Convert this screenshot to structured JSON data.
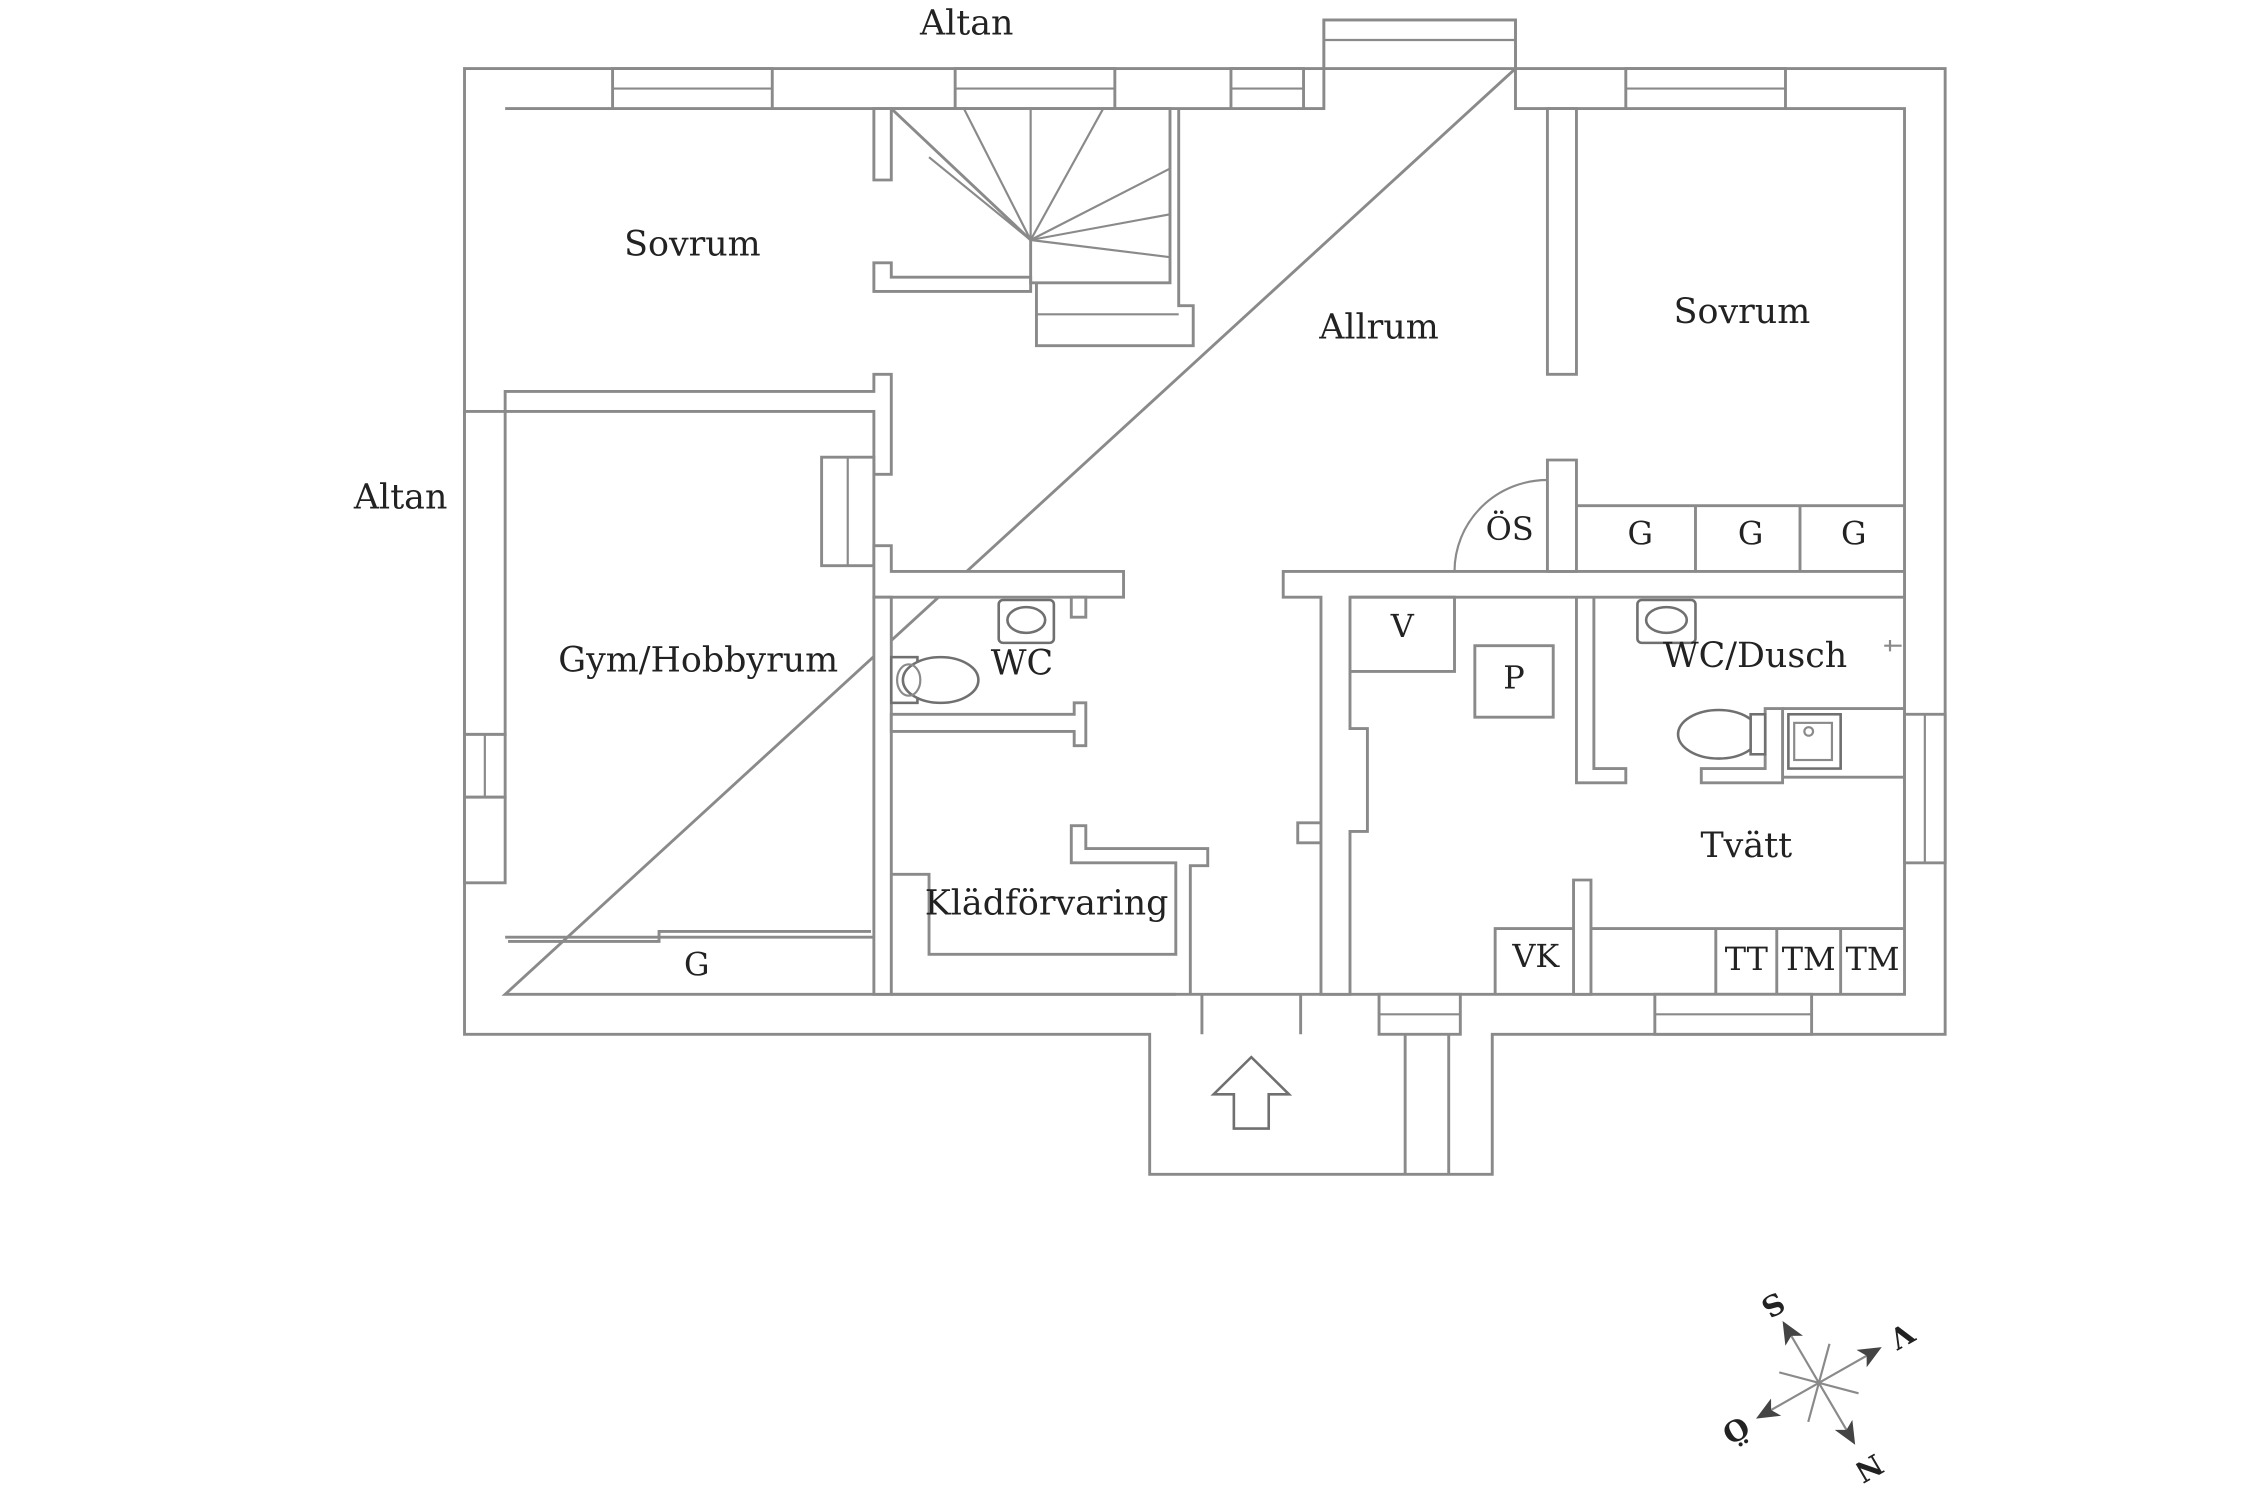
{
  "plan": {
    "outside": {
      "top": "Altan",
      "left": "Altan"
    },
    "rooms": {
      "sovrum_left": "Sovrum",
      "allrum": "Allrum",
      "sovrum_right": "Sovrum",
      "gym": "Gym/Hobbyrum",
      "wc": "WC",
      "os": "ÖS",
      "v": "V",
      "p": "P",
      "wc_dusch": "WC/Dusch",
      "kladforvaring": "Klädförvaring",
      "tvatt": "Tvätt",
      "vk": "VK",
      "g_closet_bottom": "G",
      "g_closets_right": [
        "G",
        "G",
        "G"
      ],
      "tt": "TT",
      "tm": [
        "TM",
        "TM"
      ]
    },
    "compass": {
      "s": "S",
      "v": "V",
      "n": "N",
      "o": "Ö"
    }
  }
}
